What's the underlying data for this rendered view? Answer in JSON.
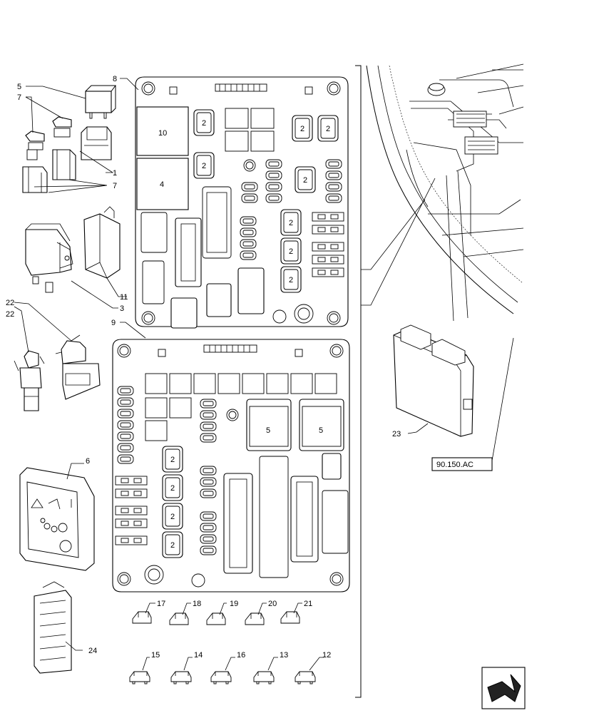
{
  "callouts": {
    "c1": "1",
    "c3": "3",
    "c4_relay_label": "4",
    "c5": "5",
    "c6": "6",
    "c7_top": "7",
    "c7_bottom": "7",
    "c8": "8",
    "c9": "9",
    "c10_relay_label": "10",
    "c11": "11",
    "c12": "12",
    "c13": "13",
    "c14": "14",
    "c15": "15",
    "c16": "16",
    "c17": "17",
    "c18": "18",
    "c19": "19",
    "c20": "20",
    "c21": "21",
    "c22_top": "22",
    "c22_bottom": "22",
    "c23": "23",
    "c24": "24"
  },
  "relay_labels": {
    "small_relay": "2",
    "large_relay_5": "5"
  },
  "reference_box": "90.150.AC",
  "colors": {
    "line": "#000000",
    "background": "#ffffff"
  },
  "icons": {
    "navigation_arrow": "next-page-arrow-icon"
  }
}
